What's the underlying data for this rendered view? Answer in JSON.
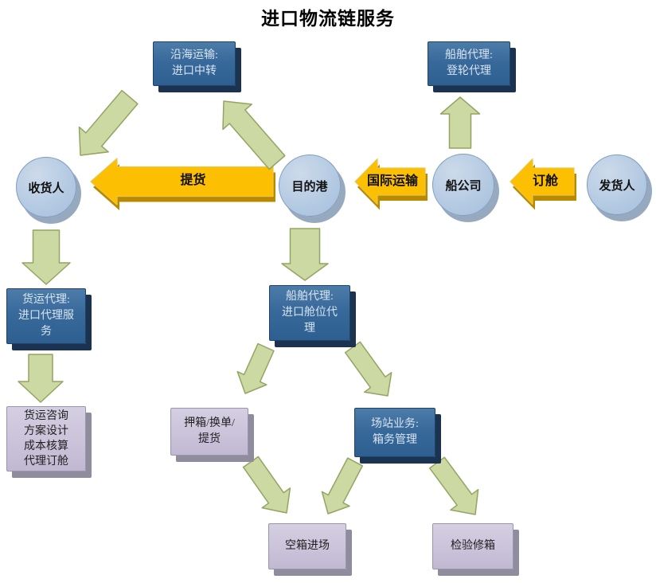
{
  "title": "进口物流链服务",
  "nodes": {
    "coastal": "沿海运输:\n进口中转",
    "boarding": "船舶代理:\n登轮代理",
    "consignee": "收货人",
    "dest_port": "目的港",
    "ship_co": "船公司",
    "shipper": "发货人",
    "freight_agency": "货运代理:\n进口代理服\n务",
    "consulting": "货运咨询\n方案设计\n成本核算\n代理订舱",
    "slot_agency": "船舶代理:\n进口舱位代\n理",
    "pledge": "押箱/换单/\n提货",
    "yard": "场站业务:\n箱务管理",
    "empty_in": "空箱进场",
    "inspect": "检验修箱"
  },
  "edges": {
    "pickup": "提货",
    "intl": "国际运输",
    "booking": "订舱"
  },
  "colors": {
    "blue_box": "#38699b",
    "blue_box_shadow": "#1b3350",
    "circle_fill": "#b5cbe3",
    "circle_shadow": "#96a9bf",
    "green_arrow": "#ccd9a2",
    "green_arrow_border": "#93a463",
    "orange_arrow": "#fdbf01",
    "orange_arrow_shadow": "#b98a00",
    "orange_arrow_edge": "#e9c54a",
    "purple_box": "#cbc3da",
    "purple_box_shadow": "#8f8c9d",
    "text_on_blue": "#d8e4f0"
  }
}
